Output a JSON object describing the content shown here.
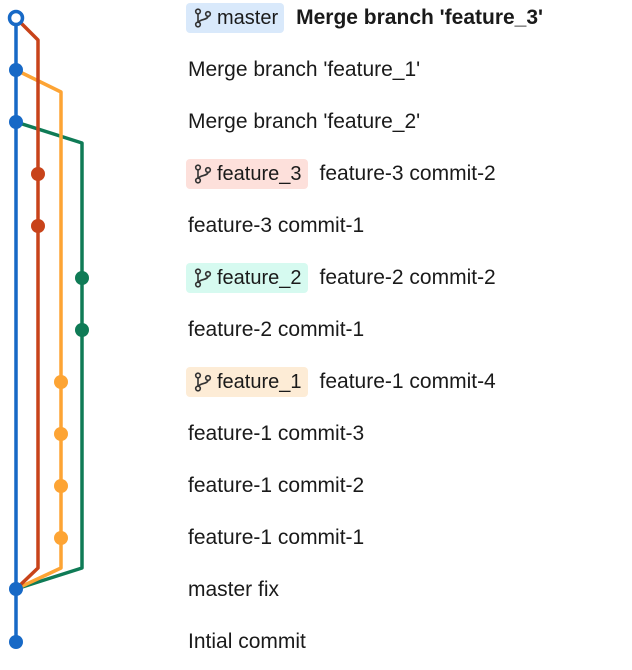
{
  "colors": {
    "master": "#1769c6",
    "feature_3": "#c8431a",
    "feature_1": "#fda434",
    "feature_2": "#0f7b56",
    "master_tag_bg": "#d9e9fb",
    "feature_3_tag_bg": "#fde0db",
    "feature_2_tag_bg": "#d6faf0",
    "feature_1_tag_bg": "#fdecd6"
  },
  "tags": {
    "master": "master",
    "feature_3": "feature_3",
    "feature_2": "feature_2",
    "feature_1": "feature_1"
  },
  "commits": [
    {
      "message": "Merge branch 'feature_3'",
      "bold": true
    },
    {
      "message": "Merge branch 'feature_1'"
    },
    {
      "message": "Merge branch 'feature_2'"
    },
    {
      "message": "feature-3 commit-2"
    },
    {
      "message": "feature-3 commit-1"
    },
    {
      "message": "feature-2 commit-2"
    },
    {
      "message": "feature-2 commit-1"
    },
    {
      "message": "feature-1 commit-4"
    },
    {
      "message": "feature-1 commit-3"
    },
    {
      "message": "feature-1 commit-2"
    },
    {
      "message": "feature-1 commit-1"
    },
    {
      "message": "master fix"
    },
    {
      "message": "Intial commit"
    }
  ]
}
